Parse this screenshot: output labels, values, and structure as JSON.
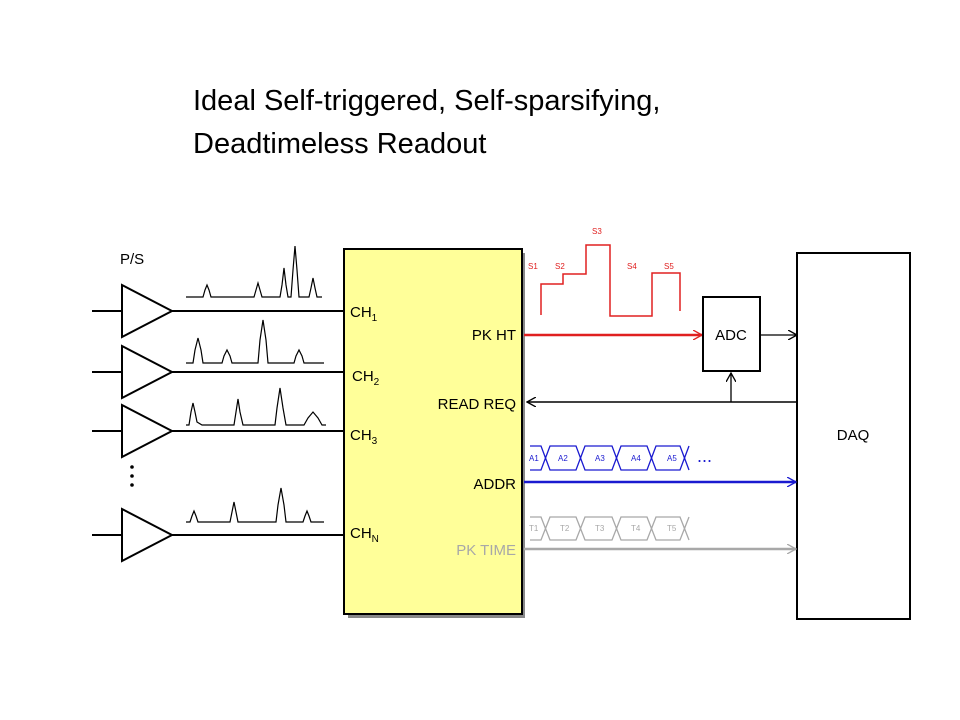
{
  "title": {
    "line1": "Ideal Self-triggered, Self-sparsifying,",
    "line2": "Deadtimeless Readout"
  },
  "labels": {
    "ps": "P/S",
    "ellipsis_vertical": "⋮",
    "channels": [
      {
        "main": "CH",
        "sub": "1"
      },
      {
        "main": "CH",
        "sub": "2"
      },
      {
        "main": "CH",
        "sub": "3"
      },
      {
        "main": "CH",
        "sub": "N"
      }
    ],
    "signals": {
      "pk_ht": "PK HT",
      "read_req": "READ REQ",
      "addr": "ADDR",
      "pk_time": "PK TIME"
    },
    "adc": "ADC",
    "daq": "DAQ",
    "ellipsis": "...",
    "s_states": [
      "S1",
      "S2",
      "S3",
      "S4",
      "S5"
    ],
    "addr_slots": [
      "A1",
      "A2",
      "A3",
      "A4",
      "A5"
    ],
    "time_slots": [
      "T1",
      "T2",
      "T3",
      "T4",
      "T5"
    ]
  },
  "colors": {
    "chip_fill": "#ffff99",
    "pk_ht": "#e02020",
    "addr": "#1a1ad0",
    "pk_time": "#a8a8a8",
    "line": "#000000"
  }
}
